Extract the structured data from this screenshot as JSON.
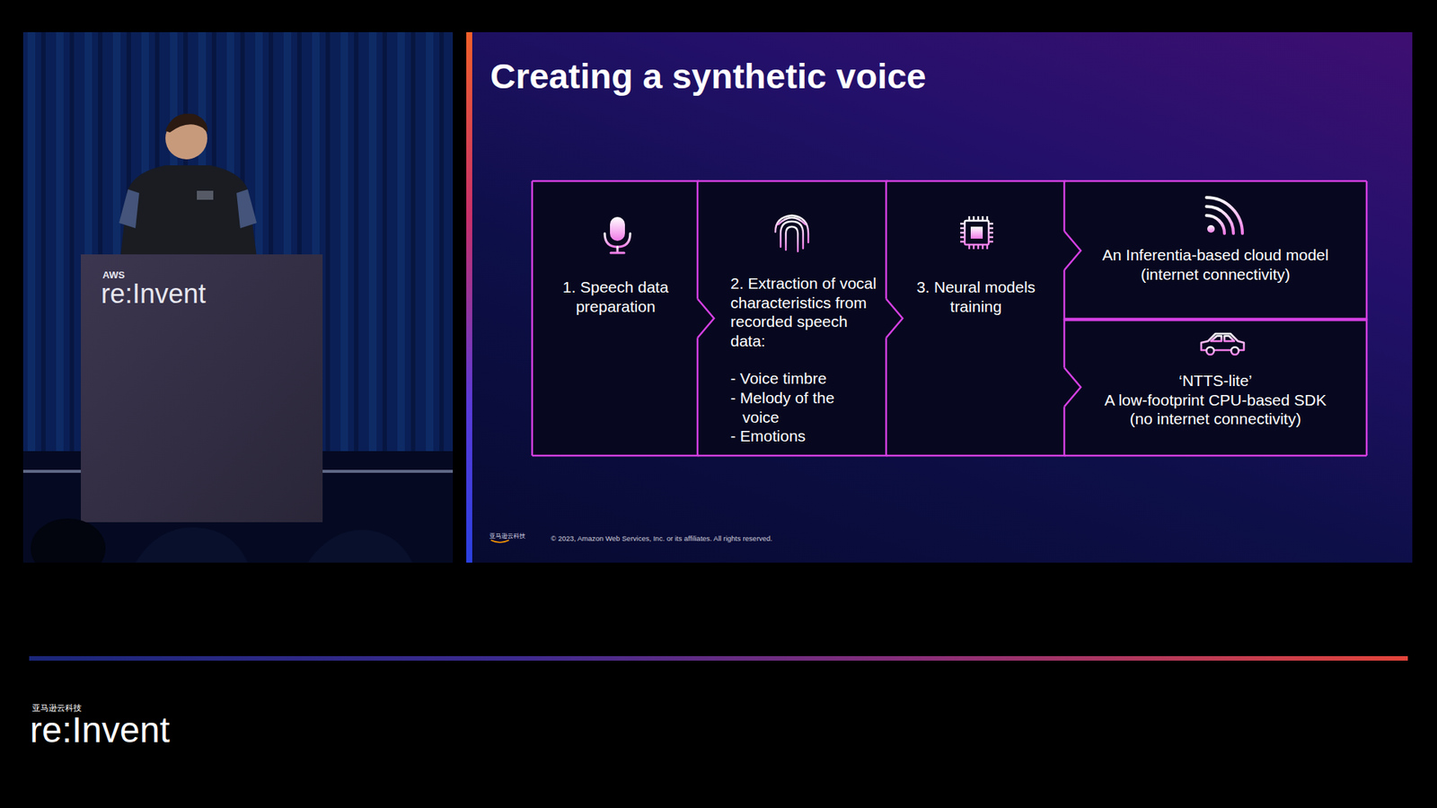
{
  "diagram": {
    "title": "Creating a synthetic voice",
    "nodes": [
      {
        "text": [
          "1. Speech data preparation"
        ]
      },
      {
        "text": [
          "2. Extraction of vocal characteristics from recorded speech data:",
          "- Voice timbre",
          "- Melody of the voice",
          "- Emotions"
        ]
      },
      {
        "text": [
          "3. Neural models training"
        ]
      },
      {
        "text": [
          "An Inferentia-based cloud model (internet connectivity)"
        ]
      },
      {
        "text": [
          "‘NTTS-lite’",
          "A low-footprint CPU-based SDK (no internet connectivity)"
        ]
      }
    ],
    "edges": [
      {
        "from": 0,
        "to": 1,
        "arrow": "to"
      },
      {
        "from": 1,
        "to": 2,
        "arrow": "to"
      },
      {
        "from": 2,
        "to": 3,
        "arrow": "to"
      },
      {
        "from": 2,
        "to": 4,
        "arrow": "to"
      }
    ],
    "labels": [
      "AWS",
      "re:Invent",
      "亚马逊云科技",
      "© 2023, Amazon Web Services, Inc. or its affiliates. All rights reserved.",
      "亚马逊云科技",
      "re:Invent"
    ]
  }
}
